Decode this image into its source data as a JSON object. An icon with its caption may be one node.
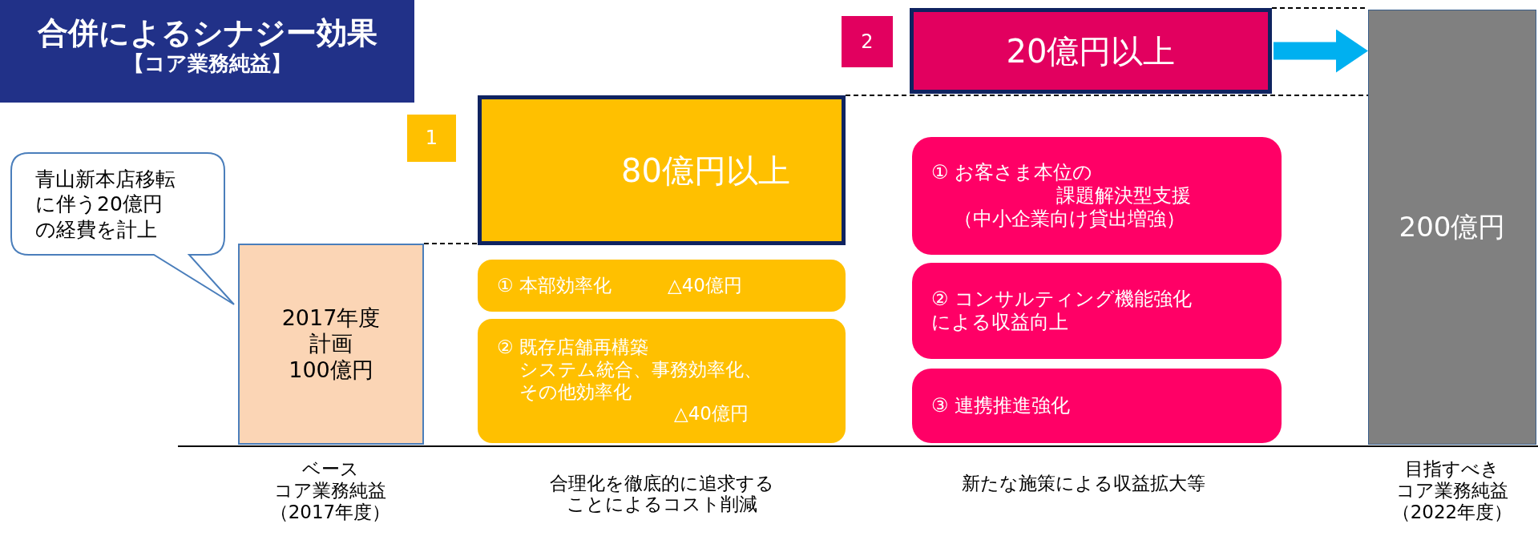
{
  "diagram": {
    "nodes": [
      {
        "text": [
          "合併によるシナジー効果",
          "【コア業務純益】"
        ]
      },
      {
        "text": [
          "青山新本店移転に伴う20億円の経費を計上"
        ]
      },
      {
        "text": [
          "2017年度",
          "計画",
          "100億円"
        ]
      },
      {
        "text": [
          "1"
        ]
      },
      {
        "text": [
          "80億円以上"
        ]
      },
      {
        "text": [
          "① 本部効率化",
          "△40億円"
        ]
      },
      {
        "text": [
          "② 既存店舗再構築",
          "システム統合、事務効率化、その他効率化",
          "△40億円"
        ]
      },
      {
        "text": [
          "2"
        ]
      },
      {
        "text": [
          "20億円以上"
        ]
      },
      {
        "text": [
          "①  お客さま本位の",
          "課題解決型支援",
          "（中小企業向け貸出増強）"
        ]
      },
      {
        "text": [
          "②  コンサルティング機能強化による収益向上"
        ]
      },
      {
        "text": [
          "③  連携推進強化"
        ]
      },
      {
        "text": [
          "200億円"
        ]
      }
    ],
    "edges": [
      {
        "from": 8,
        "to": 12,
        "arrow": "to",
        "style": "thick",
        "color": "#00b0f0"
      },
      {
        "from": 2,
        "to": 4,
        "arrow": "none",
        "style": "dashed"
      },
      {
        "from": 4,
        "to": 12,
        "arrow": "none",
        "style": "dashed"
      },
      {
        "from": 8,
        "to": 12,
        "arrow": "none",
        "style": "dashed"
      }
    ],
    "labels": [
      "ベース",
      "コア業務純益",
      "（2017年度）",
      "合理化を徹底的に追求することによるコスト削減",
      "新たな施策による収益拡大等",
      "目指すべき",
      "コア業務純益",
      "（2022年度）"
    ]
  }
}
